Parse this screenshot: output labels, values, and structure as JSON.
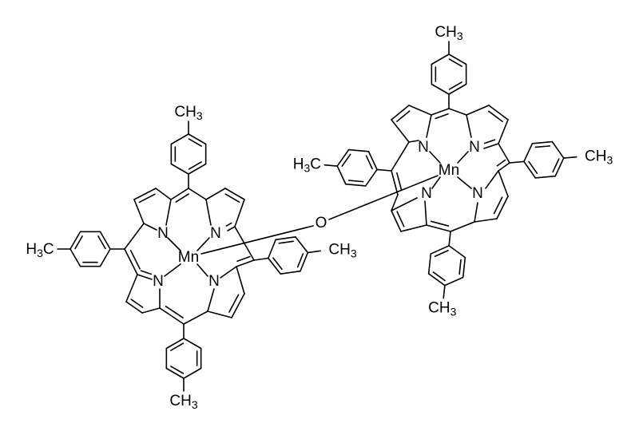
{
  "diagram": {
    "labels": {
      "mn": "Mn",
      "n": "N",
      "o": "O",
      "ch3_c": "CH",
      "ch3_sub": "3",
      "h3c_h": "H",
      "h3c_c": "C"
    }
  }
}
